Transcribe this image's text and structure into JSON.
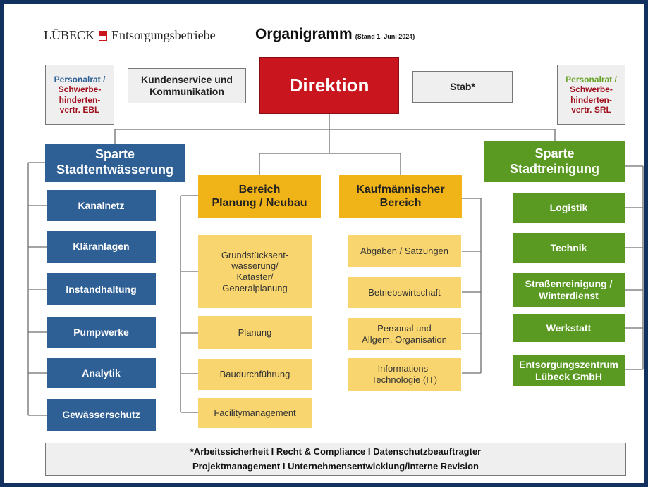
{
  "header": {
    "logo_brand": "LÜBECK",
    "logo_text": "Entsorgungsbetriebe",
    "title": "Organigramm",
    "stand": "(Stand 1. Juni 2024)"
  },
  "top": {
    "direktion": "Direktion",
    "kundenservice": "Kundenservice und Kommunikation",
    "stab": "Stab*",
    "personalrat_ebl": {
      "line1": "Personalrat /",
      "line2": "Schwerbe-",
      "line3": "hinderten-",
      "line4": "vertr. EBL"
    },
    "personalrat_srl": {
      "line1": "Personalrat /",
      "line2": "Schwerbe-",
      "line3": "hinderten-",
      "line4": "vertr. SRL"
    }
  },
  "stadtentwaesserung": {
    "title_line1": "Sparte",
    "title_line2": "Stadtentwässerung",
    "items": [
      "Kanalnetz",
      "Kläranlagen",
      "Instandhaltung",
      "Pumpwerke",
      "Analytik",
      "Gewässerschutz"
    ]
  },
  "planung_neubau": {
    "title_line1": "Bereich",
    "title_line2": "Planung / Neubau",
    "items": [
      "Grundstücksent-\nwässerung/\nKataster/\nGeneralplanung",
      "Planung",
      "Baudurchführung",
      "Facilitymanagement"
    ]
  },
  "kaufmaennisch": {
    "title_line1": "Kaufmännischer",
    "title_line2": "Bereich",
    "items": [
      "Abgaben / Satzungen",
      "Betriebswirtschaft",
      "Personal und\nAllgem. Organisation",
      "Informations-\nTechnologie (IT)"
    ]
  },
  "stadtreinigung": {
    "title_line1": "Sparte",
    "title_line2": "Stadtreinigung",
    "items": [
      "Logistik",
      "Technik",
      "Straßenreinigung /\nWinterdienst",
      "Werkstatt",
      "Entsorgungszentrum\nLübeck GmbH"
    ]
  },
  "footer": {
    "line1": "*Arbeitssicherheit I Recht & Compliance I Datenschutzbeauftragter",
    "line2": "Projektmanagement I Unternehmensentwicklung/interne Revision"
  },
  "colors": {
    "frame": "#13315e",
    "blue": "#2e5f95",
    "green": "#5a9a22",
    "orange": "#f1b418",
    "light_orange": "#f8d56f",
    "red": "#c9151e",
    "personalrat_blue": "#2e5f95",
    "personalrat_red": "#a0101e",
    "personalrat_green": "#6aa32a"
  }
}
